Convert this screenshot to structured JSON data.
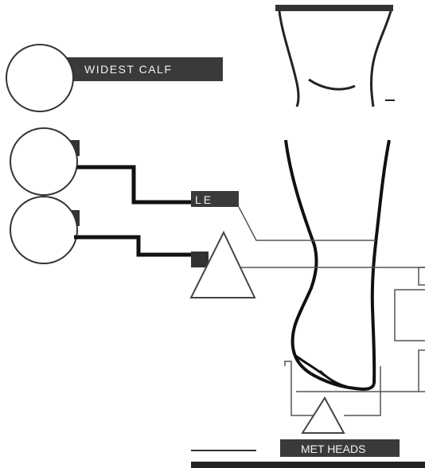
{
  "labels": {
    "widest_calf": "WIDEST CALF",
    "ankle": "LE",
    "met_heads": "MET HEADS"
  }
}
